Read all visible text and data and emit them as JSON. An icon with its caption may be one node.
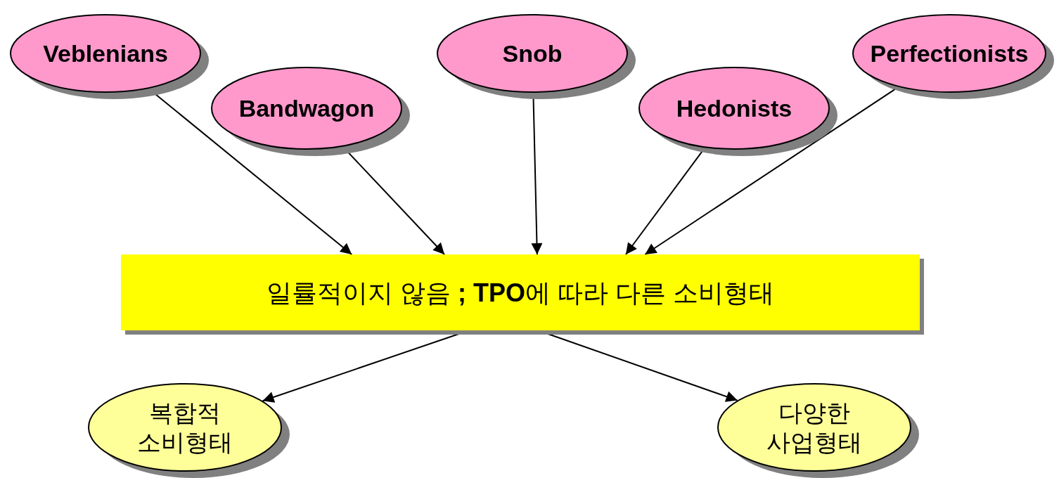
{
  "diagram": {
    "nodes": [
      {
        "text": [
          "Veblenians"
        ]
      },
      {
        "text": [
          "Bandwagon"
        ]
      },
      {
        "text": [
          "Snob"
        ]
      },
      {
        "text": [
          "Hedonists"
        ]
      },
      {
        "text": [
          "Perfectionists"
        ]
      },
      {
        "text": [
          "일률적이지 않음 **; TPO**에 따라 다른 소비형태"
        ]
      },
      {
        "text": [
          "복합적 소비형태"
        ]
      },
      {
        "text": [
          "다양한 사업형태"
        ]
      }
    ],
    "edges": [
      {
        "from": 0,
        "to": 5,
        "arrow": "to"
      },
      {
        "from": 1,
        "to": 5,
        "arrow": "to"
      },
      {
        "from": 2,
        "to": 5,
        "arrow": "to"
      },
      {
        "from": 3,
        "to": 5,
        "arrow": "to"
      },
      {
        "from": 4,
        "to": 5,
        "arrow": "to"
      },
      {
        "from": 5,
        "to": 6,
        "arrow": "to"
      },
      {
        "from": 5,
        "to": 7,
        "arrow": "to"
      }
    ]
  }
}
